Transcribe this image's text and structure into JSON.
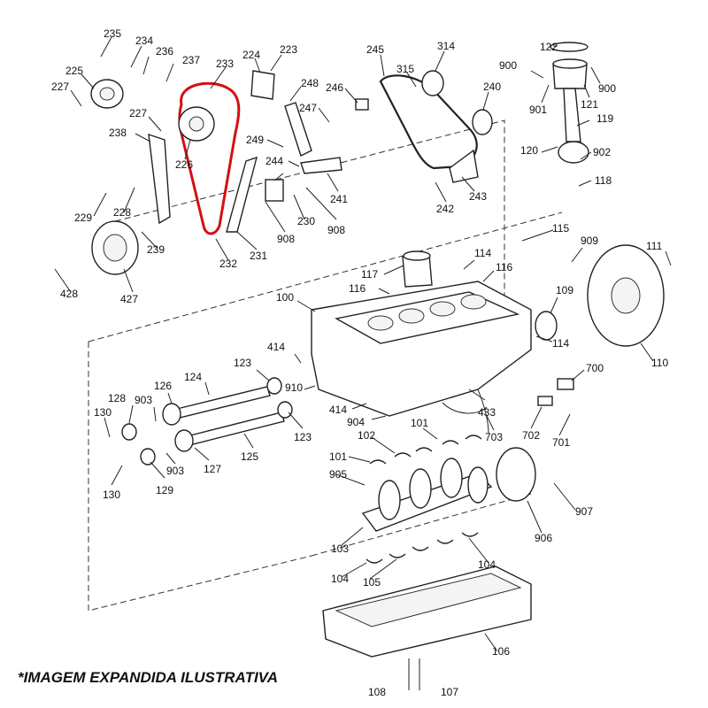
{
  "caption": "*IMAGEM EXPANDIDA ILUSTRATIVA",
  "highlight_color": "#d41010",
  "callouts": [
    "235",
    "234",
    "236",
    "237",
    "233",
    "224",
    "223",
    "225",
    "227",
    "227",
    "238",
    "226",
    "248",
    "246",
    "247",
    "249",
    "244",
    "245",
    "314",
    "315",
    "240",
    "241",
    "243",
    "242",
    "229",
    "228",
    "239",
    "230",
    "908",
    "908",
    "231",
    "232",
    "428",
    "427",
    "122",
    "900",
    "900",
    "901",
    "121",
    "119",
    "120",
    "902",
    "118",
    "115",
    "909",
    "111",
    "114",
    "116",
    "117",
    "116",
    "100",
    "109",
    "114",
    "110",
    "414",
    "123",
    "124",
    "910",
    "126",
    "128",
    "903",
    "130",
    "414",
    "904",
    "433",
    "123",
    "125",
    "127",
    "903",
    "129",
    "130",
    "700",
    "702",
    "703",
    "701",
    "102",
    "101",
    "101",
    "905",
    "103",
    "104",
    "104",
    "105",
    "906",
    "907",
    "106",
    "108",
    "107"
  ]
}
